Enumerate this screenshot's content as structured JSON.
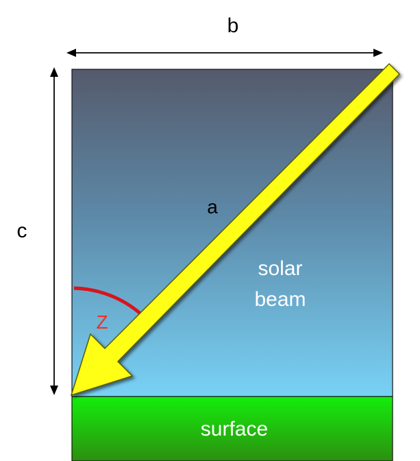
{
  "labels": {
    "b": "b",
    "c": "c",
    "a": "a",
    "z": "Z",
    "beam_line1": "solar",
    "beam_line2": "beam",
    "surface": "surface"
  },
  "colors": {
    "sky_top": "#555a6c",
    "sky_mid": "#5d89a8",
    "sky_bottom": "#78d2f6",
    "surface_top": "#14ee0c",
    "surface_bottom": "#2c8f10",
    "beam_fill": "#ffff14",
    "beam_outline": "#5a5a00",
    "zenith_arc": "#d8141c",
    "z_label": "#e8332a",
    "text_dark": "#000000",
    "text_light": "#ffffff"
  }
}
